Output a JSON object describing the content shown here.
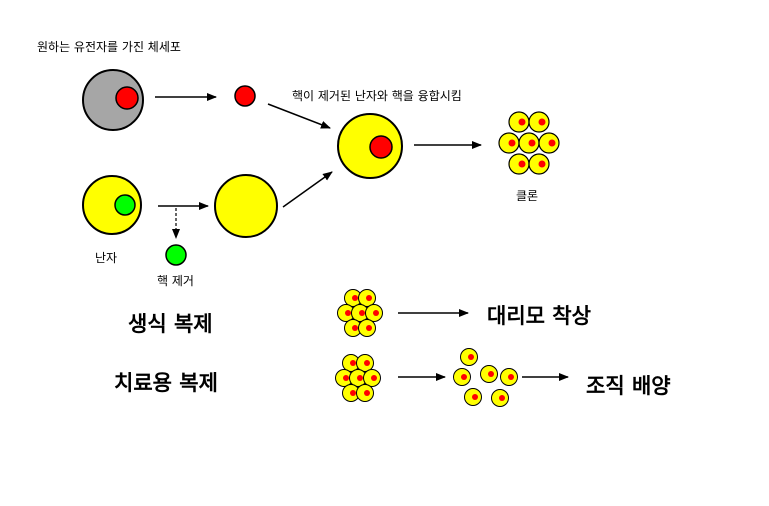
{
  "labels": {
    "donor_cell": "원하는 유전자를 가진 체세포",
    "fuse": "핵이 제거된 난자와 핵을 융합시킴",
    "clone": "클론",
    "egg": "난자",
    "nucleus_removed": "핵 제거",
    "reproductive_cloning": "생식 복제",
    "therapeutic_cloning": "치료용 복제",
    "surrogate": "대리모 착상",
    "tissue_culture": "조직 배양"
  },
  "colors": {
    "cytoplasm_gray": "#a6a6a6",
    "cytoplasm_yellow": "#ffff00",
    "nucleus_red": "#ff0000",
    "nucleus_green": "#00ff00",
    "outline": "#000000"
  }
}
